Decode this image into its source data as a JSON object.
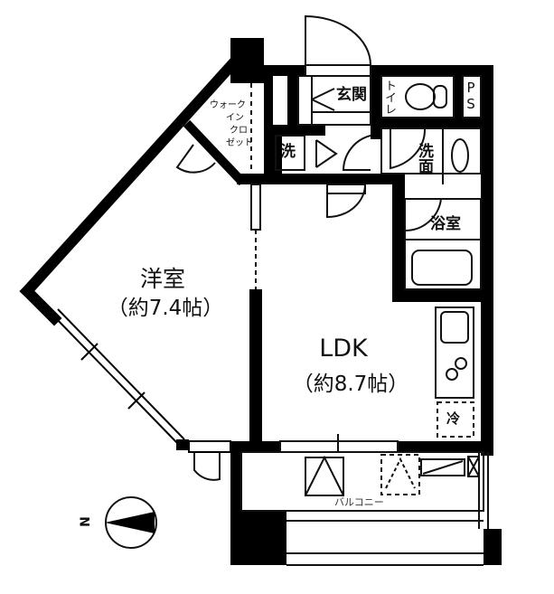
{
  "floor_plan": {
    "rooms": {
      "western_room": {
        "name": "洋室",
        "size": "（約7.4帖）"
      },
      "ldk": {
        "name": "LDK",
        "size": "（約8.7帖）"
      },
      "entrance": {
        "name": "玄関"
      },
      "toilet": {
        "name": "トイレ"
      },
      "pipe_space": {
        "name": "PS"
      },
      "washroom": {
        "name": "洗面"
      },
      "bathroom": {
        "name": "浴室"
      },
      "washing_machine": {
        "name": "洗"
      },
      "refrigerator": {
        "name": "冷"
      },
      "walk_in_closet": {
        "line1": "ウォーク",
        "line2": "イン",
        "line3": "クロ",
        "line4": "ゼット"
      },
      "balcony": {
        "name": "バルコニー"
      }
    },
    "compass": {
      "label": "N"
    },
    "colors": {
      "wall": "#000000",
      "line": "#111111",
      "background": "#ffffff"
    }
  }
}
